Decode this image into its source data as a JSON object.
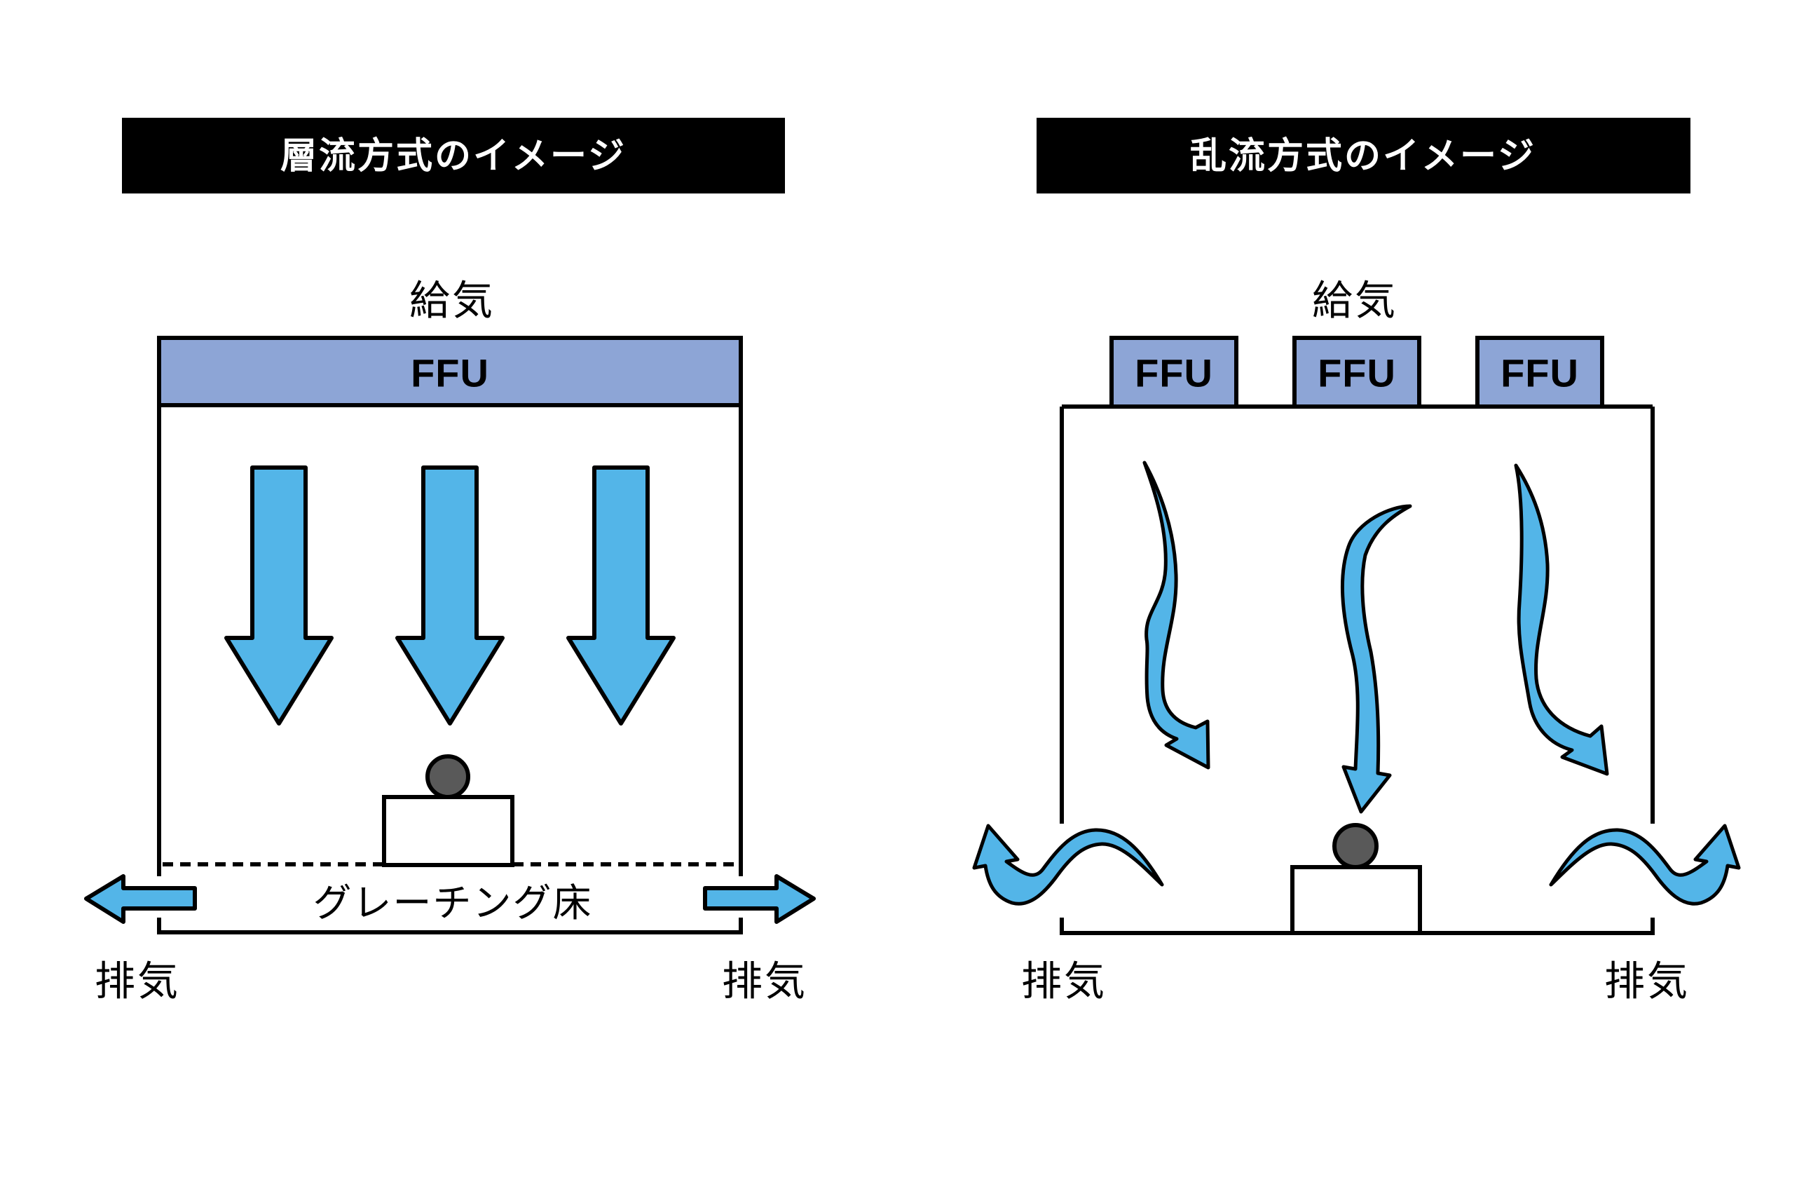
{
  "palette": {
    "arrow_blue": "#53B5E8",
    "ffu_blue": "#8DA5D6",
    "object_gray": "#595959",
    "title_bar_black": "#000000",
    "title_text_white": "#FFFFFF",
    "line_black": "#000000"
  },
  "left_diagram": {
    "title": "層流方式のイメージ",
    "supply_label": "給気",
    "ffu_label": "FFU",
    "floor_label": "グレーチング床",
    "exhaust_left_label": "排気",
    "exhaust_right_label": "排気"
  },
  "right_diagram": {
    "title": "乱流方式のイメージ",
    "supply_label": "給気",
    "ffu_labels": [
      "FFU",
      "FFU",
      "FFU"
    ],
    "exhaust_left_label": "排気",
    "exhaust_right_label": "排気"
  }
}
